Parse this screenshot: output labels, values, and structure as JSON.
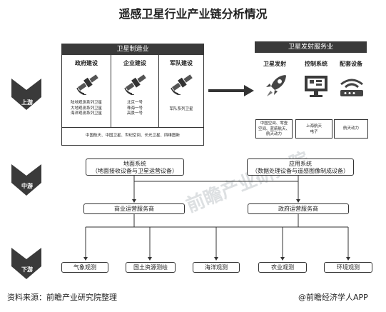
{
  "title": "遥感卫星行业产业链分析情况",
  "upstream": {
    "label": "上游",
    "manufacturing": {
      "header": "卫星制造业",
      "columns": [
        {
          "label": "政府建设",
          "lines": [
            "陆地观测系列卫星",
            "大地观测系列卫星",
            "海洋观测系列卫星"
          ]
        },
        {
          "label": "企业建设",
          "lines": [
            "北京一号",
            "珠海一号",
            "高景一号"
          ]
        },
        {
          "label": "军队建设",
          "lines": [
            "军队系列卫星"
          ]
        }
      ],
      "companies": "中国航天、中国卫星、世纪空间、长光卫星、四维图新"
    },
    "launch": {
      "header": "卫星发射服务业",
      "columns": [
        {
          "label": "卫星发射",
          "icon": "rocket-icon",
          "lines": [
            "中国空间、零壹",
            "空间、蓝箭航天、",
            "航天动力"
          ]
        },
        {
          "label": "控制系统",
          "icon": "monitor-icon",
          "lines": [
            "上海航天",
            "电子"
          ]
        },
        {
          "label": "配套设备",
          "icon": "router-icon",
          "lines": [
            "航天动力"
          ]
        }
      ]
    }
  },
  "midstream": {
    "label": "中游",
    "ground_system": {
      "title": "地面系统",
      "subtitle": "（地面接收设备与卫星运营设备）"
    },
    "application_system": {
      "title": "应用系统",
      "subtitle": "（数据处理设备与遥感图像制成设备）"
    },
    "commercial_ops": "商业运营服务商",
    "government_ops": "政府运营服务商"
  },
  "downstream": {
    "label": "下游",
    "items": [
      "气象观测",
      "国土资源测绘",
      "海洋观测",
      "农业观测",
      "环境观测"
    ]
  },
  "footer": {
    "source": "资料来源：前瞻产业研究院整理",
    "brand": "@前瞻经济学人APP"
  },
  "watermark": "前瞻产业研究院"
}
